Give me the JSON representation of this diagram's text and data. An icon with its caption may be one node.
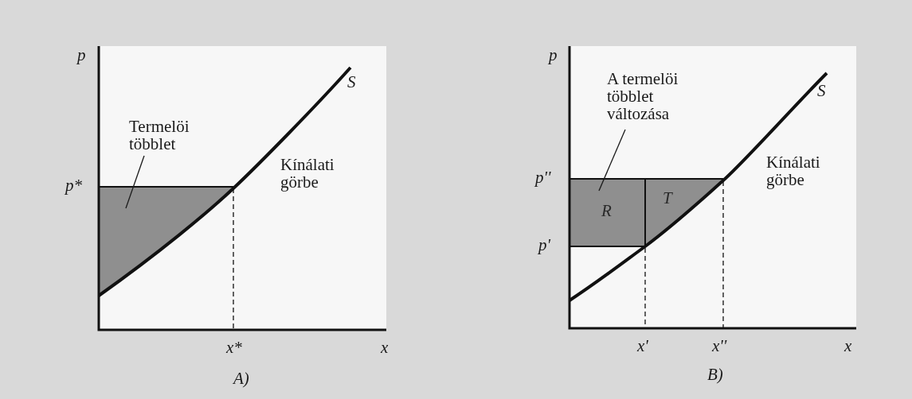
{
  "diagram": {
    "nodes": [
      {
        "text": [
          "Termelöi többlet"
        ]
      },
      {
        "text": [],
        "shape": "box"
      },
      {
        "text": [
          "A termelöi többlet változása"
        ]
      },
      {
        "text": [
          "R"
        ]
      },
      {
        "text": [
          "T"
        ]
      }
    ],
    "edges": [
      {
        "from": 0,
        "to": 1,
        "arrow": "none"
      },
      {
        "from": 2,
        "to": 3,
        "arrow": "none"
      }
    ],
    "labels": [
      "p",
      "S",
      "p*",
      "Kínálati görbe",
      "x*",
      "x",
      "A)",
      "p",
      "S",
      "p''",
      "p'",
      "Kínálati görbe",
      "x'",
      "x''",
      "x",
      "B)"
    ]
  }
}
